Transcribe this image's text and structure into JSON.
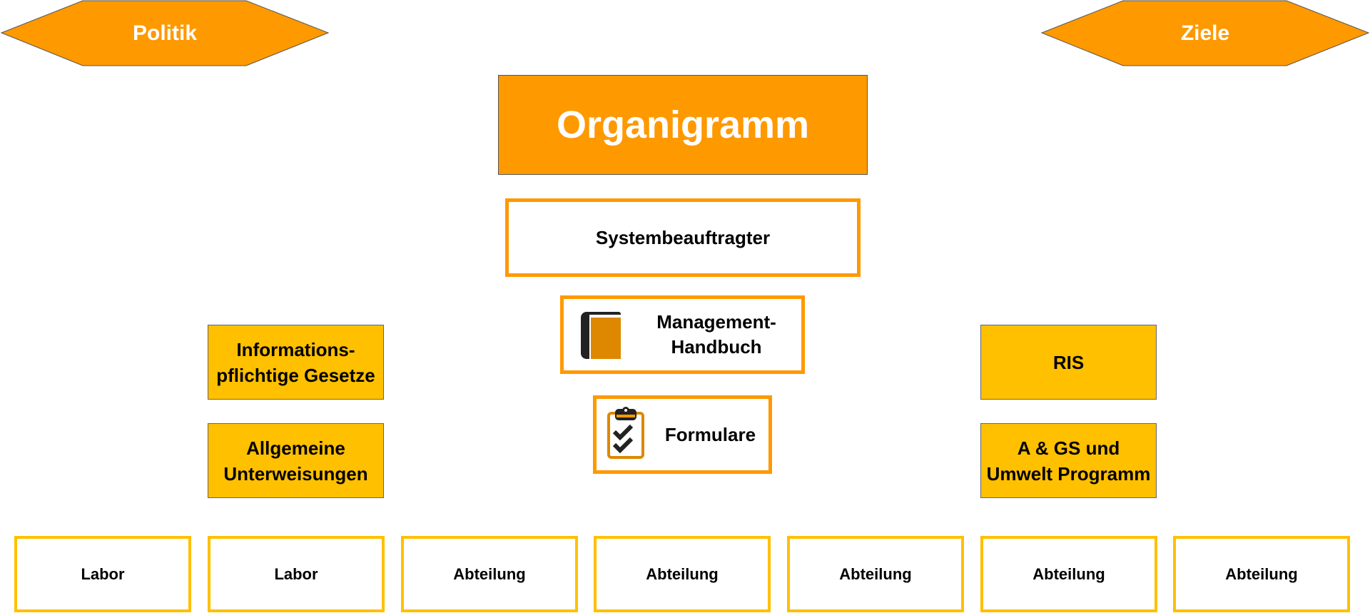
{
  "hexagons": {
    "left_label": "Politik",
    "right_label": "Ziele"
  },
  "title": "Organigramm",
  "center_boxes": {
    "system_officer": "Systembeauftragter",
    "handbook": "Management-\nHandbuch",
    "forms": "Formulare"
  },
  "left_boxes": {
    "laws": "Informations-\npflichtige Gesetze",
    "instructions": "Allgemeine\nUnterweisungen"
  },
  "right_boxes": {
    "ris": "RIS",
    "program": "A & GS und\nUmwelt Programm"
  },
  "bottom_row": [
    "Labor",
    "Labor",
    "Abteilung",
    "Abteilung",
    "Abteilung",
    "Abteilung",
    "Abteilung"
  ],
  "icons": {
    "handbook_icon": "book-icon",
    "forms_icon": "clipboard-check-icon"
  },
  "colors": {
    "orange": "#ff9900",
    "gold": "#ffc000"
  }
}
